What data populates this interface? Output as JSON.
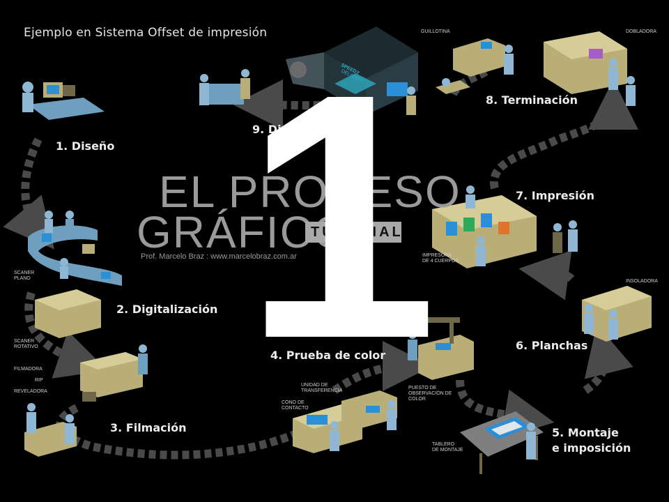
{
  "title": "Ejemplo en Sistema Offset de impresión",
  "center": {
    "title_line1": "EL PROCESO",
    "title_line2": "GRÁFICO",
    "badge": "TUTORIAL",
    "credit": "Prof. Marcelo Braz : www.marcelobraz.com.ar",
    "overlay_number": "1"
  },
  "stages": [
    {
      "label": "1. Diseño"
    },
    {
      "label": "2. Digitalización"
    },
    {
      "label": "3. Filmación"
    },
    {
      "label": "4. Prueba de color"
    },
    {
      "label": "5. Montaje",
      "label2": "e imposición"
    },
    {
      "label": "6. Planchas"
    },
    {
      "label": "7. Impresión"
    },
    {
      "label": "8. Terminación"
    },
    {
      "label": "9. Distribución"
    }
  ],
  "equipment_labels": {
    "scanner_flat": [
      "SCANER",
      "PLANO"
    ],
    "scanner_rotary": [
      "SCANER",
      "ROTATIVO"
    ],
    "imagesetter": "FILMADORA",
    "rip": "RIP",
    "processor": "REVELADORA",
    "transfer_unit": [
      "UNIDAD DE",
      "TRANSFERENCIA"
    ],
    "contact_cone": [
      "CONO DE",
      "CONTACTO"
    ],
    "color_viewing": [
      "PUESTO DE",
      "OBSERVACIÓN DE",
      "COLOR"
    ],
    "mounting_table": [
      "TABLERO",
      "DE MONTAJE"
    ],
    "platesetter": "INSOLADORA",
    "press": [
      "IMPRESORA",
      "DE 4 CUERPOS"
    ],
    "guillotine": "GUILLOTINA",
    "folder": "DOBLADORA",
    "truck_line1": "SPEEDY",
    "truck_line2": "DELIVERY"
  },
  "colors": {
    "background": "#000000",
    "arrow": "#4a4a4a",
    "machine": "#b9ae78",
    "machine_dark": "#6f6848",
    "figure": "#8fb7d3",
    "screen": "#2a8fd6",
    "desk_blue": "#6f9fbf"
  }
}
